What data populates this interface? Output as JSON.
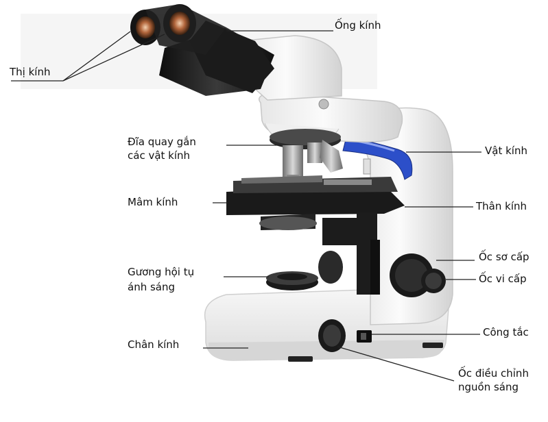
{
  "labels": {
    "ong_kinh": "Ống kính",
    "thi_kinh": "Thị kính",
    "dia_quay_line1": "Đĩa quay gắn",
    "dia_quay_line2": "các vật kính",
    "vat_kinh": "Vật kính",
    "mam_kinh": "Mâm kính",
    "than_kinh": "Thân kính",
    "oc_so_cap": "Ốc sơ cấp",
    "oc_vi_cap": "Ốc vi cấp",
    "guong_line1": "Gương hội tụ",
    "guong_line2": "ánh sáng",
    "chan_kinh": "Chân kính",
    "cong_tac": "Công tắc",
    "oc_dieu_chinh_line1": "Ốc điều chỉnh",
    "oc_dieu_chinh_line2": "nguồn sáng"
  },
  "colors": {
    "body_white": "#f4f4f4",
    "body_shadow": "#d9d9d9",
    "dark": "#1c1c1c",
    "metal": "#9a9a9a",
    "blue_accent": "#2c4fc9",
    "lens_orange": "#b0643a"
  }
}
